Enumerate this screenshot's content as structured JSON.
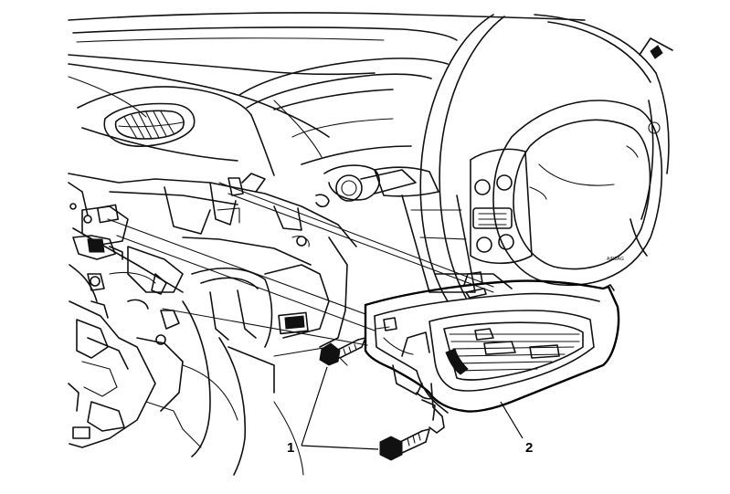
{
  "callouts": [
    {
      "id": "1",
      "label": "1"
    },
    {
      "id": "2",
      "label": "2"
    }
  ],
  "steering_wheel_marking": "AIRBAG"
}
